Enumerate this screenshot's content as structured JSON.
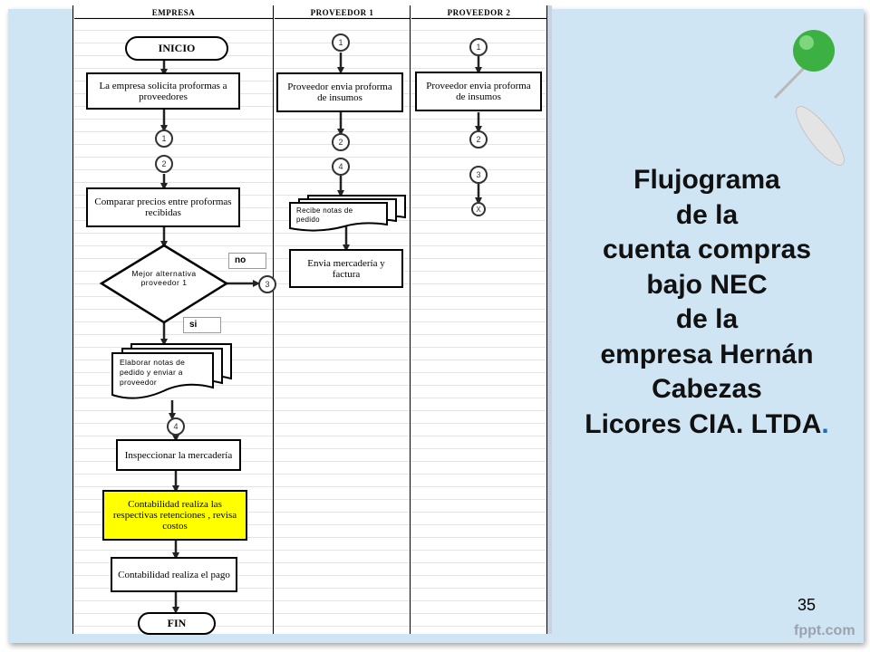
{
  "lanes": {
    "empresa": "EMPRESA",
    "proveedor1": "PROVEEDOR 1",
    "proveedor2": "PROVEEDOR 2"
  },
  "empresa": {
    "inicio": "INICIO",
    "step1": "La empresa solicita proformas a proveedores",
    "conn1": "1",
    "conn2": "2",
    "step2": "Comparar precios entre proformas recibidas",
    "decision": "Mejor alternativa proveedor 1",
    "no_label": "no",
    "no_conn": "3",
    "si_label": "si",
    "doc": "Elaborar notas de pedido y enviar a proveedor",
    "conn4": "4",
    "step3": "Inspeccionar la mercadería",
    "step4": "Contabilidad realiza las respectivas retenciones , revisa costos",
    "step5": "Contabilidad realiza el pago",
    "fin": "FIN"
  },
  "proveedor1": {
    "conn1": "1",
    "step1": "Proveedor envia proforma de insumos",
    "conn2": "2",
    "conn4": "4",
    "doc": "Recibe notas de pedido",
    "step2": "Envia mercadería y factura"
  },
  "proveedor2": {
    "conn1": "1",
    "step1": "Proveedor envia proforma de insumos",
    "conn2": "2",
    "conn3": "3",
    "end": "X"
  },
  "title": {
    "lines": [
      "Flujograma",
      "de la",
      "cuenta compras",
      "bajo NEC",
      "de la",
      "empresa Hernán",
      "Cabezas",
      "Licores CIA. LTDA"
    ],
    "period": "."
  },
  "page_number": "35",
  "brand": "fppt.com",
  "colors": {
    "slide_background": "#d0e5f3",
    "highlight_box": "#ffff00",
    "pin_head": "#3cb043",
    "title_period": "#1f6fb8"
  }
}
